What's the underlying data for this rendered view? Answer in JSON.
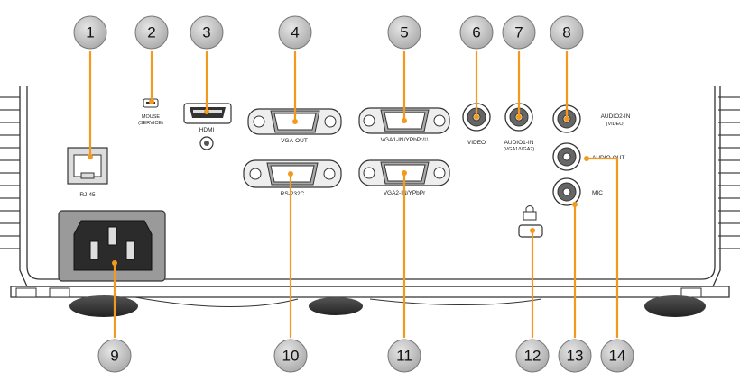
{
  "port_labels": {
    "mouse": "MOUSE",
    "mouse_sub": "(SERVICE)",
    "hdmi": "HDMI",
    "vga_out": "VGA-OUT",
    "vga1_in": "VGA1-IN/YPbPr/¹¹",
    "video": "VIDEO",
    "audio1_in": "AUDIO1-IN",
    "audio1_in_sub": "(VGA1/VGA2)",
    "audio2_in": "AUDIO2-IN",
    "audio2_in_sub": "(VIDEO)",
    "audio_out": "AUDIO-OUT",
    "mic": "MIC",
    "rj45": "RJ-45",
    "rs232c": "RS-232C",
    "vga2_in": "VGA2-IN/YPbPr"
  },
  "callouts": [
    "1",
    "2",
    "3",
    "4",
    "5",
    "6",
    "7",
    "8",
    "9",
    "10",
    "11",
    "12",
    "13",
    "14"
  ],
  "colors": {
    "callout_line": "#f39a1e",
    "callout_badge": "#c9c9c9",
    "body_outline": "#333333"
  }
}
